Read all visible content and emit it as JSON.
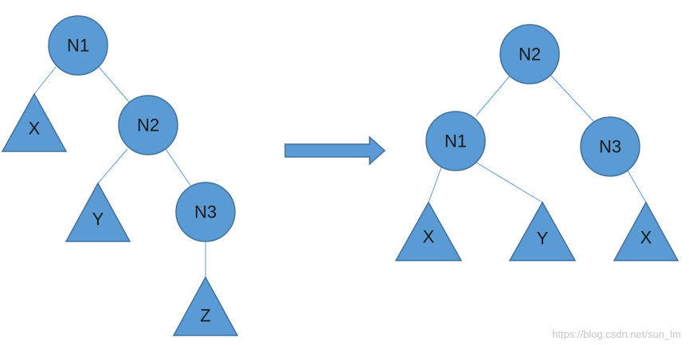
{
  "colors": {
    "node_fill": "#5b9bd5",
    "node_stroke": "#41719c",
    "edge": "#5b9bd5"
  },
  "left_tree": {
    "nodes": [
      {
        "id": "N1",
        "label": "N1"
      },
      {
        "id": "N2",
        "label": "N2"
      },
      {
        "id": "N3",
        "label": "N3"
      }
    ],
    "subtrees": [
      {
        "id": "X",
        "label": "X"
      },
      {
        "id": "Y",
        "label": "Y"
      },
      {
        "id": "Z",
        "label": "Z"
      }
    ]
  },
  "right_tree": {
    "nodes": [
      {
        "id": "N2",
        "label": "N2"
      },
      {
        "id": "N1",
        "label": "N1"
      },
      {
        "id": "N3",
        "label": "N3"
      }
    ],
    "subtrees": [
      {
        "id": "X",
        "label": "X"
      },
      {
        "id": "Y",
        "label": "Y"
      },
      {
        "id": "X2",
        "label": "X"
      }
    ]
  },
  "watermark": "https://blog.csdn.net/sun_lm"
}
